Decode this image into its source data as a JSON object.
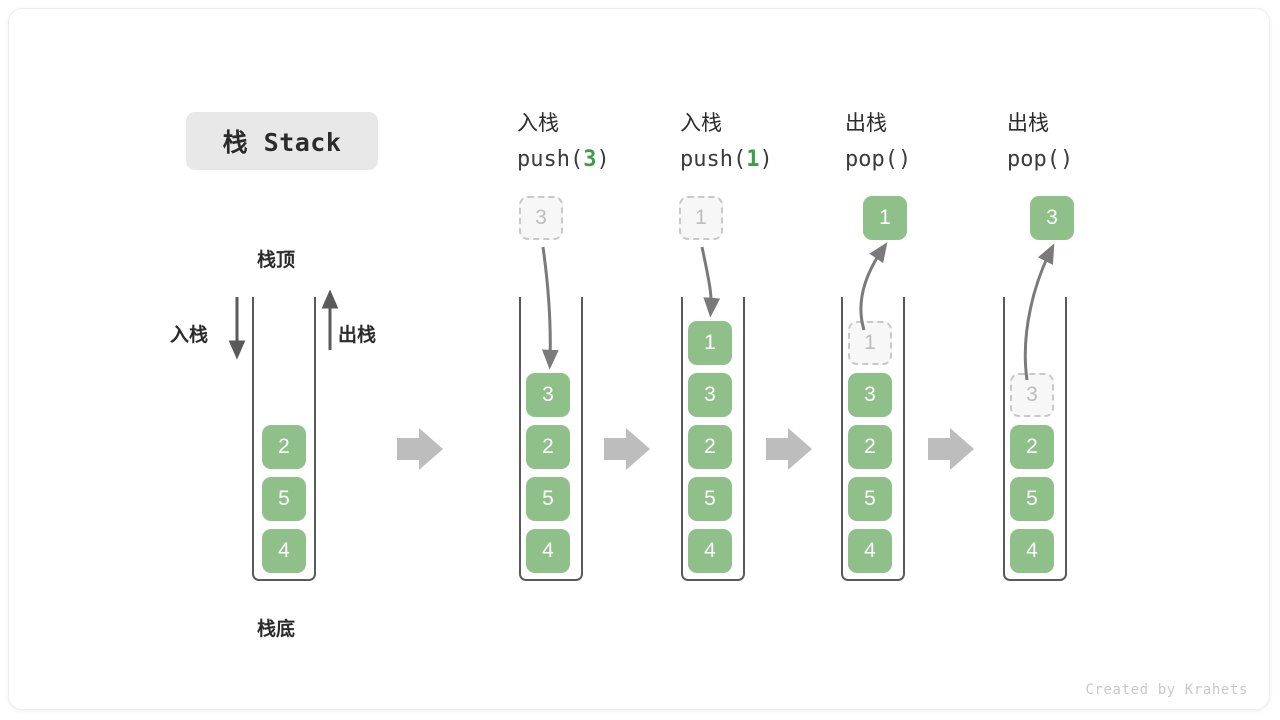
{
  "title": "栈 Stack",
  "labels": {
    "top": "栈顶",
    "bottom": "栈底",
    "push": "入栈",
    "pop": "出栈"
  },
  "colors": {
    "cell_fill": "#8fc08a",
    "cell_text": "#ffffff",
    "ghost_fill": "#f7f7f7",
    "ghost_text": "#bdbdbd",
    "ghost_border": "#c8c8c8",
    "accent_green": "#3e9e47",
    "chip_bg": "#e8e8e8",
    "arrow_gray": "#bdbdbd",
    "outline": "#5a5a5a"
  },
  "stages": [
    {
      "id": "initial",
      "head_cn": "",
      "head_code": "",
      "cells": [
        "2",
        "5",
        "4"
      ],
      "ghost_index": -1,
      "external": null
    },
    {
      "id": "push-3",
      "head_cn": "入栈",
      "head_code_prefix": "push(",
      "head_code_num": "3",
      "head_code_suffix": ")",
      "cells": [
        "3",
        "2",
        "5",
        "4"
      ],
      "ghost_index": -1,
      "external": {
        "value": "3",
        "style": "ghost"
      }
    },
    {
      "id": "push-1",
      "head_cn": "入栈",
      "head_code_prefix": "push(",
      "head_code_num": "1",
      "head_code_suffix": ")",
      "cells": [
        "1",
        "3",
        "2",
        "5",
        "4"
      ],
      "ghost_index": -1,
      "external": {
        "value": "1",
        "style": "ghost"
      }
    },
    {
      "id": "pop-1",
      "head_cn": "出栈",
      "head_code_prefix": "pop(",
      "head_code_num": "",
      "head_code_suffix": ")",
      "cells": [
        "1",
        "3",
        "2",
        "5",
        "4"
      ],
      "ghost_index": 0,
      "external": {
        "value": "1",
        "style": "solid"
      }
    },
    {
      "id": "pop-3",
      "head_cn": "出栈",
      "head_code_prefix": "pop(",
      "head_code_num": "",
      "head_code_suffix": ")",
      "cells": [
        "3",
        "2",
        "5",
        "4"
      ],
      "ghost_index": 0,
      "external": {
        "value": "3",
        "style": "solid"
      }
    }
  ],
  "footer": "Created by Krahets"
}
